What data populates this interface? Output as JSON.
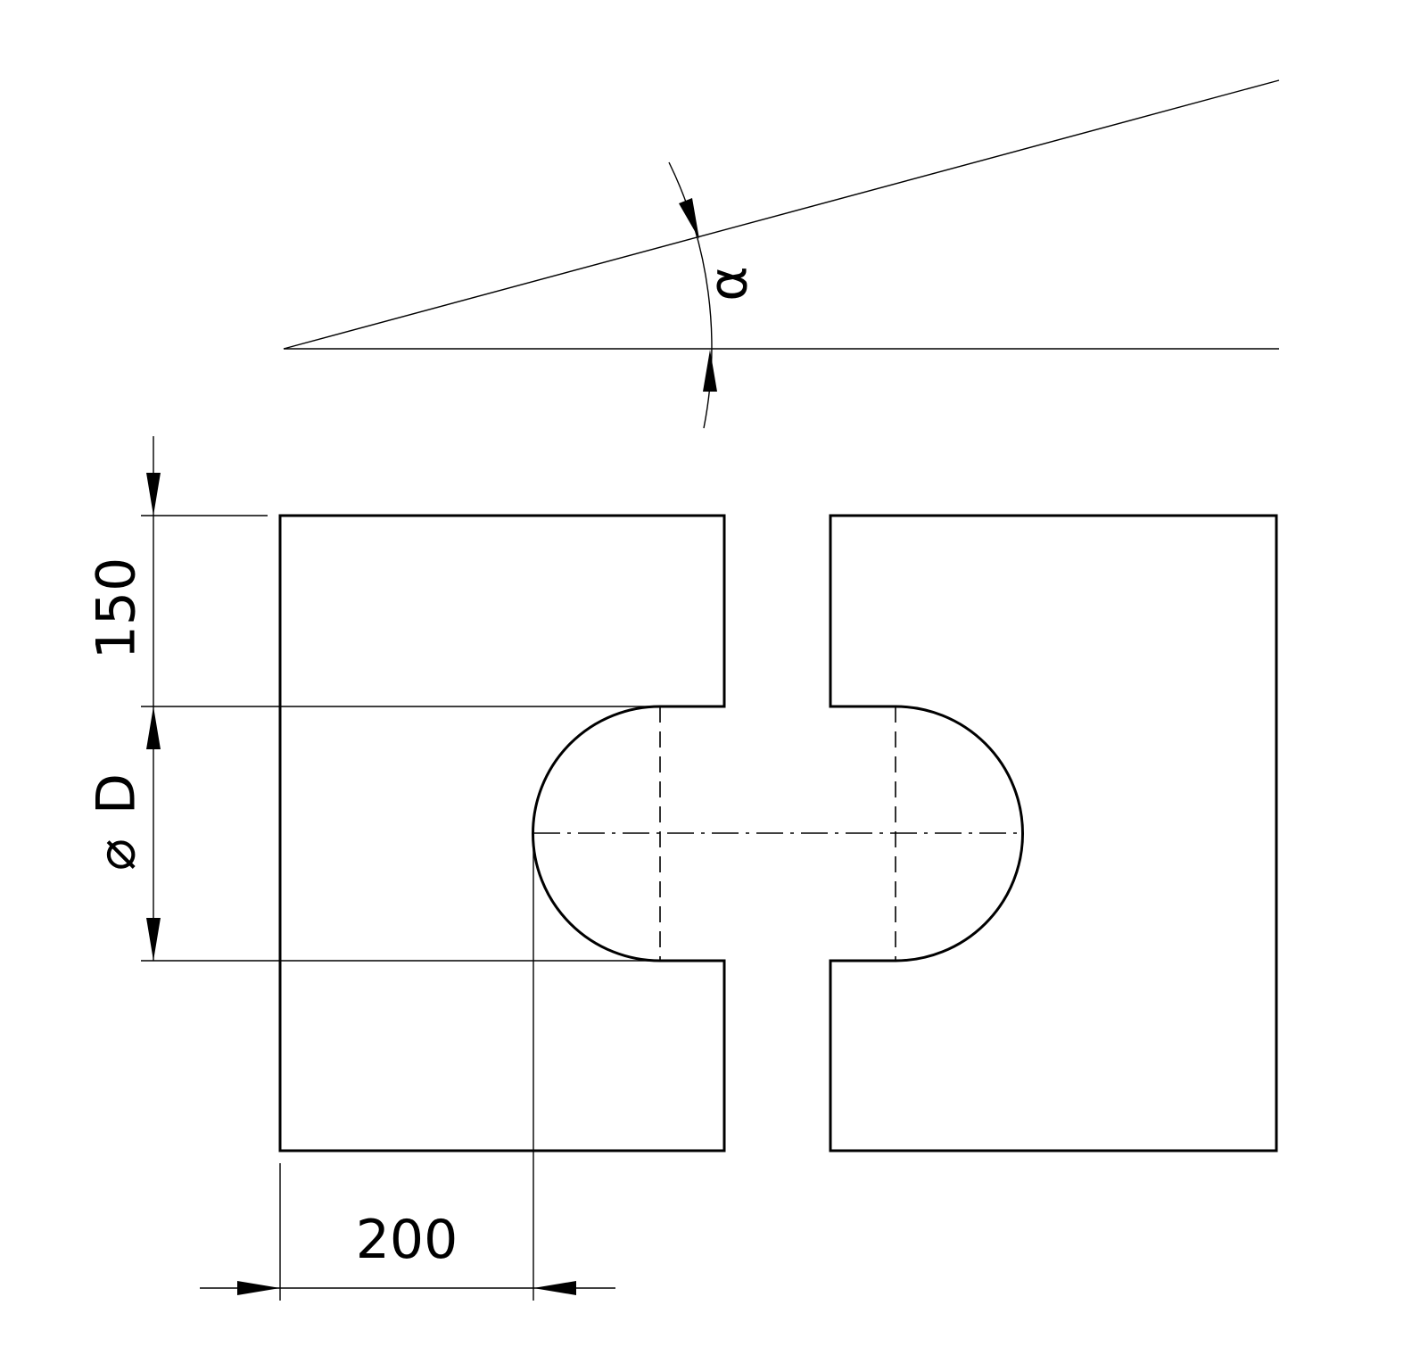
{
  "dimensions": {
    "width_label": "200",
    "height_label": "150",
    "diameter_label": "D",
    "diameter_symbol": "⌀",
    "angle_label": "α"
  }
}
